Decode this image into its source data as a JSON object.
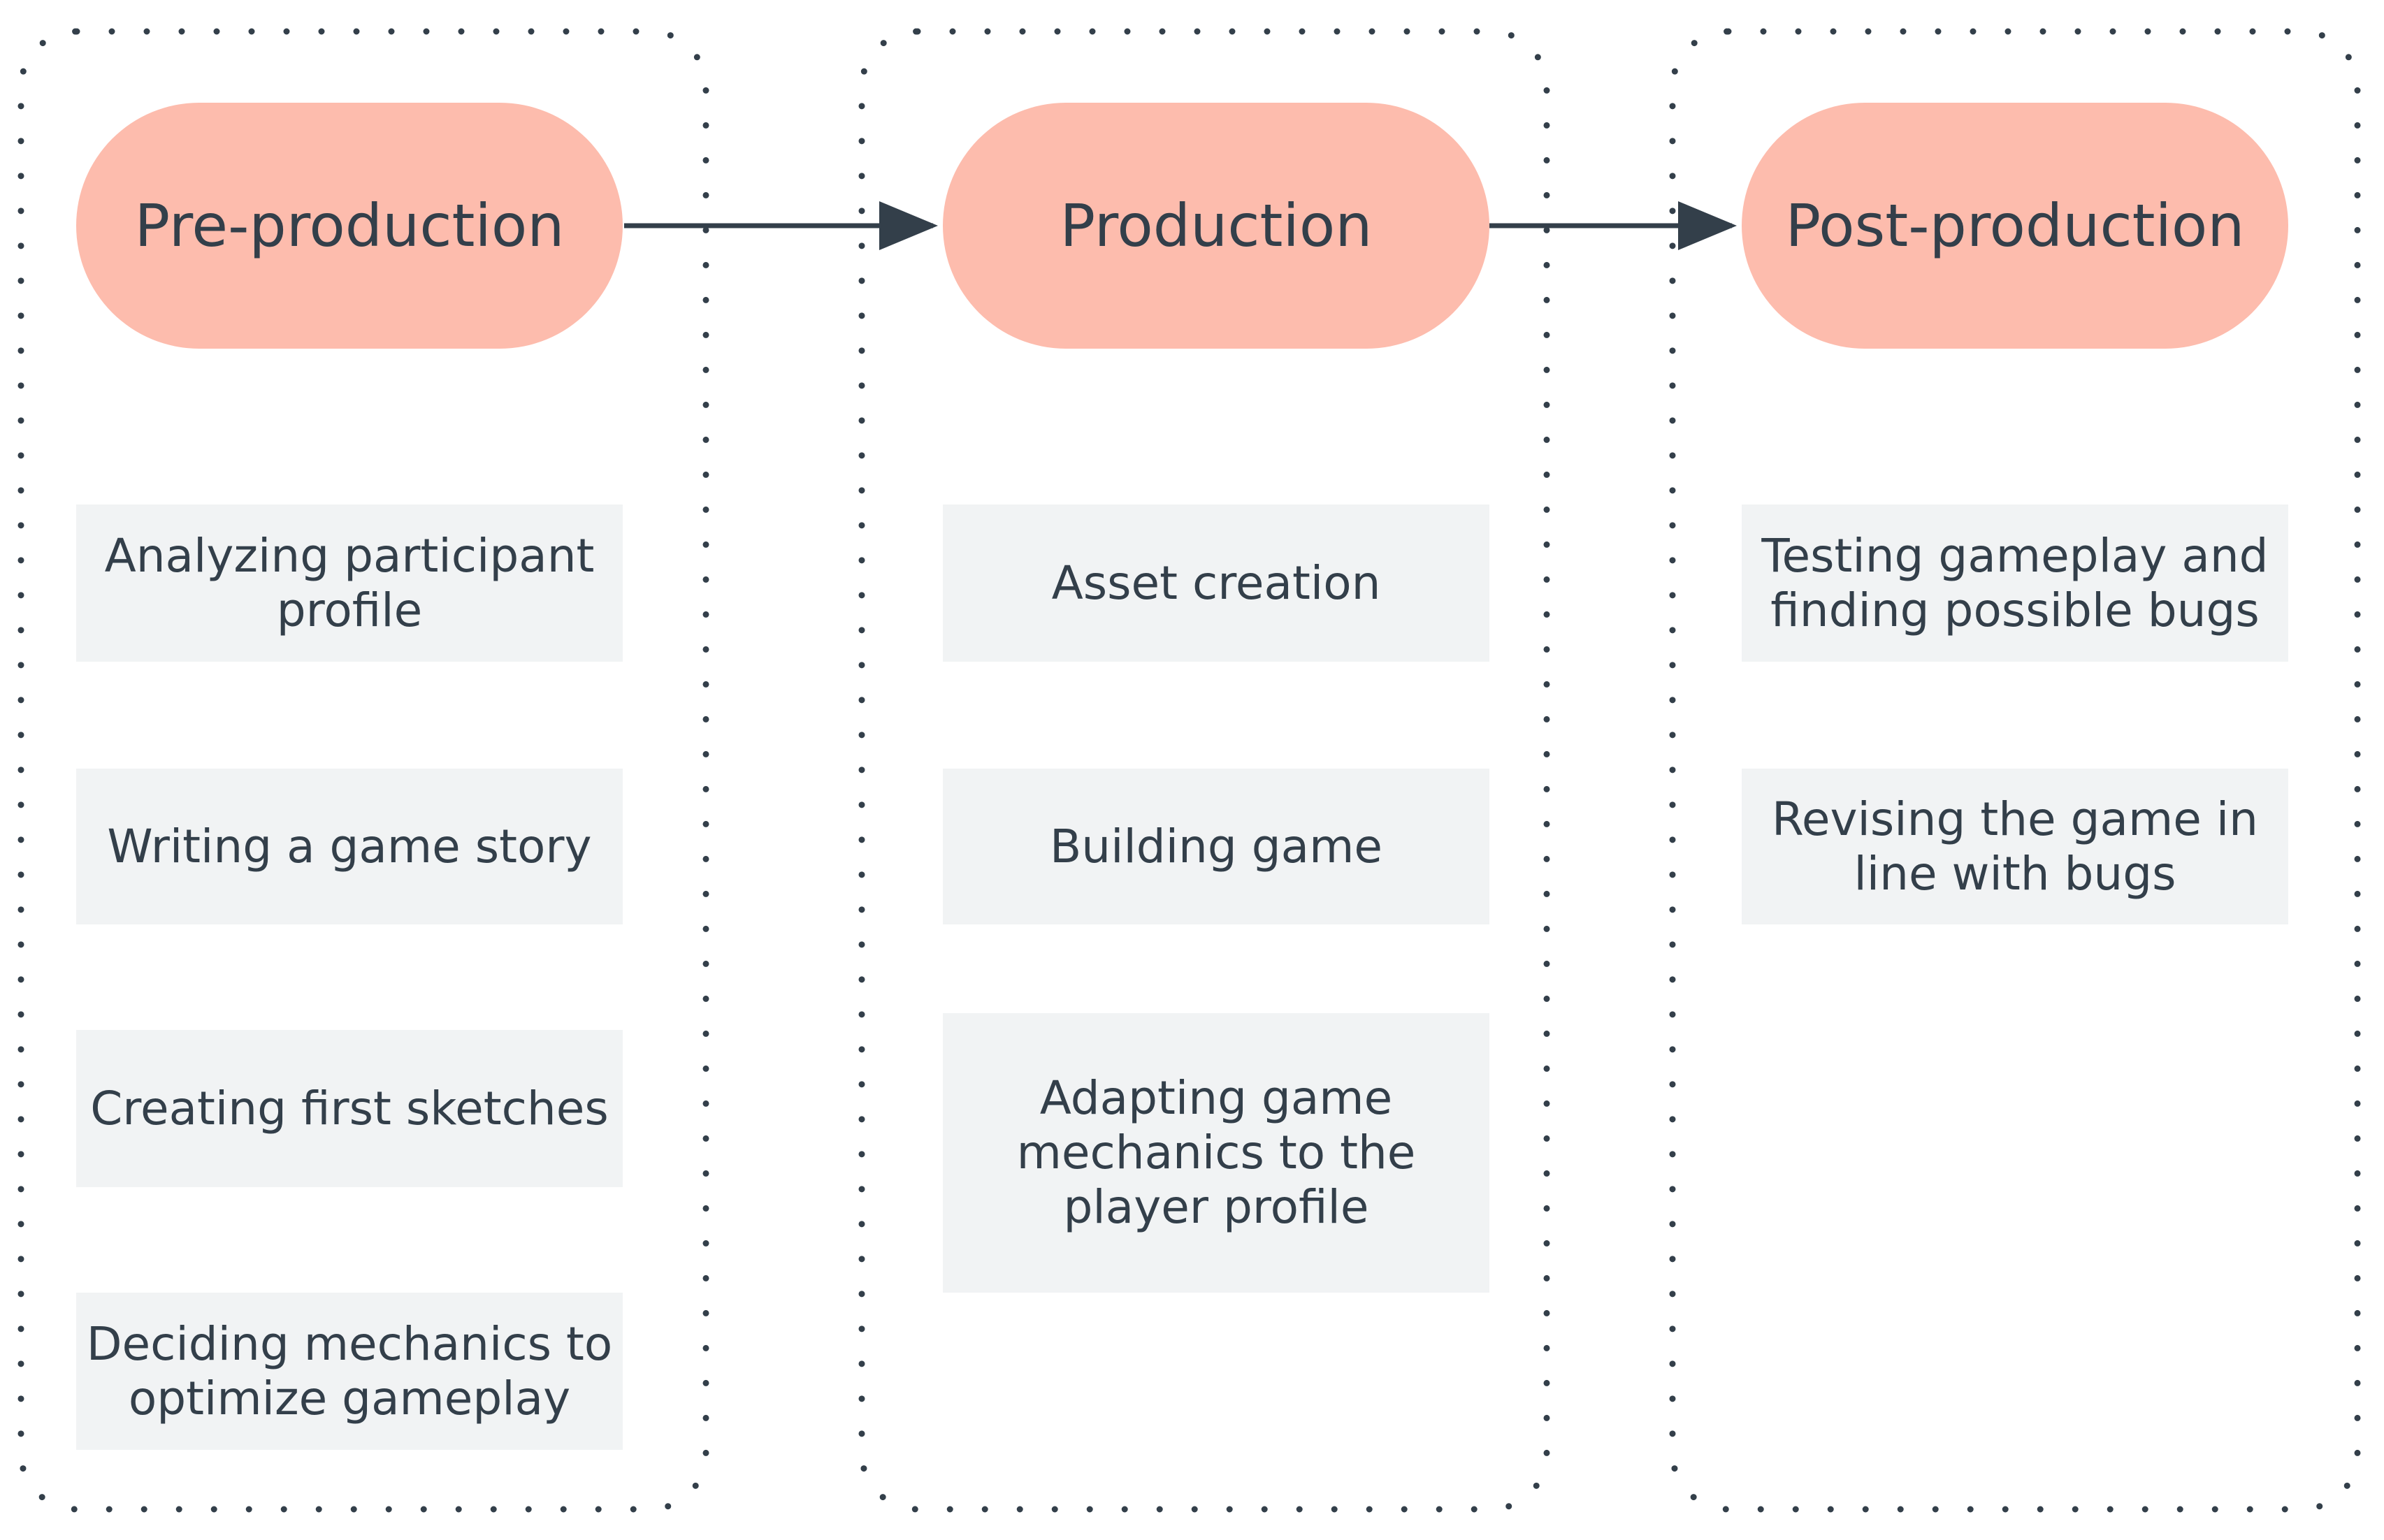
{
  "diagram": {
    "stages": [
      {
        "label": "Pre-production",
        "tasks": [
          "Analyzing participant profile",
          "Writing a game story",
          "Creating first sketches",
          "Deciding mechanics to optimize gameplay"
        ]
      },
      {
        "label": "Production",
        "tasks": [
          "Asset creation",
          "Building game",
          "Adapting game mechanics to the player profile"
        ]
      },
      {
        "label": "Post-production",
        "tasks": [
          "Testing gameplay and finding possible bugs",
          "Revising the game in line with bugs"
        ]
      }
    ],
    "colors": {
      "stage_fill": "#fdbcad",
      "task_fill": "#f1f3f4",
      "text": "#333f4a",
      "arrow": "#333f4a",
      "group_border_dots": "#333f4a"
    }
  }
}
